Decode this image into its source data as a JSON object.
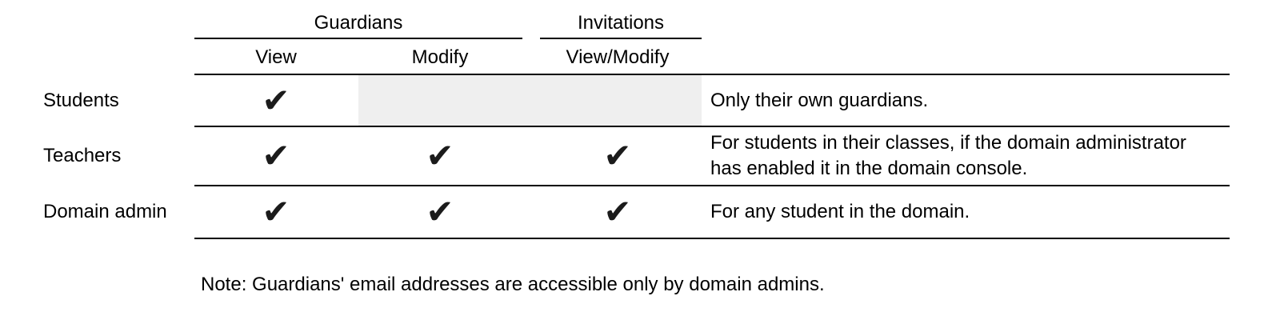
{
  "header": {
    "group1": "Guardians",
    "group2": "Invitations",
    "col1": "View",
    "col2": "Modify",
    "col3": "View/Modify"
  },
  "rows": [
    {
      "role": "Students",
      "view": "✔",
      "modify": "",
      "view_modify": "",
      "note": "Only their own guardians."
    },
    {
      "role": "Teachers",
      "view": "✔",
      "modify": "✔",
      "view_modify": "✔",
      "note": "For students in their classes, if the domain administrator has enabled it in the domain console."
    },
    {
      "role": "Domain admin",
      "view": "✔",
      "modify": "✔",
      "view_modify": "✔",
      "note": "For any student in the domain."
    }
  ],
  "footnote": "Note: Guardians' email addresses are accessible only by domain admins.",
  "colors": {
    "rule_line": "#000000",
    "disabled_cell": "#efefef",
    "text": "#000000",
    "checkmark": "#1b1b1b"
  }
}
